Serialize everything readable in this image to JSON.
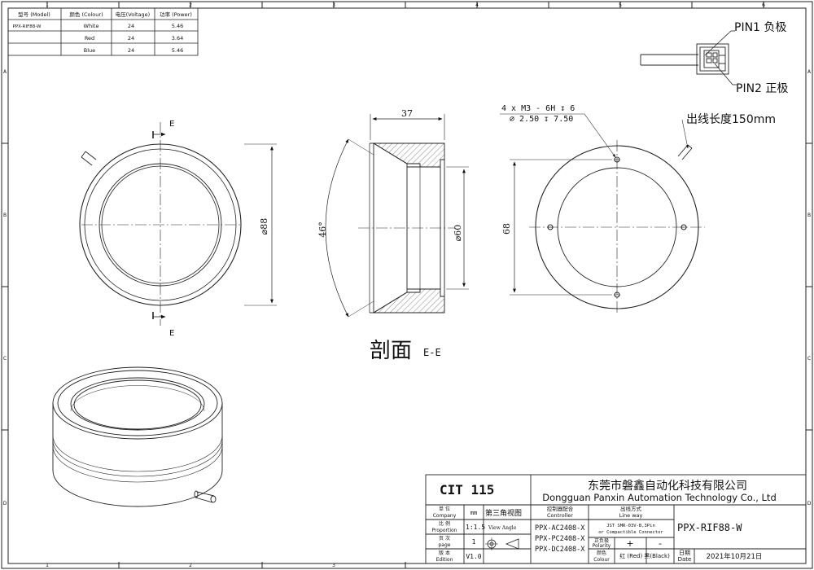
{
  "border": {
    "columns": [
      "1",
      "2",
      "3",
      "4",
      "5",
      "6"
    ],
    "rows": [
      "A",
      "B",
      "C",
      "D"
    ]
  },
  "spec_table": {
    "headers": [
      "型号 (Model)",
      "颜色 (Colour)",
      "电压(Voltage)",
      "功率 (Power)"
    ],
    "model": "PPX-RIF88-W",
    "rows": [
      {
        "colour": "White",
        "voltage": "24",
        "power": "5.46"
      },
      {
        "colour": "Red",
        "voltage": "24",
        "power": "3.64"
      },
      {
        "colour": "Blue",
        "voltage": "24",
        "power": "5.46"
      }
    ]
  },
  "connector": {
    "pin1": "PIN1 负极",
    "pin2": "PIN2 正极"
  },
  "views": {
    "front_diameter": "⌀88",
    "section_marker": "E",
    "section_width": "37",
    "section_angle": "46°",
    "section_bore": "⌀60",
    "section_title": "剖面",
    "section_id": "E-E",
    "holes_spec_1": "4 x  M3 - 6H ↧ 6",
    "holes_spec_2": "⌀ 2.50 ↧ 7.50",
    "hole_spacing": "68",
    "cable_length": "出线长度150mm"
  },
  "title_block": {
    "doc_code": "CIT 115",
    "company_cn": "东莞市磐鑫自动化科技有限公司",
    "company_en": "Dongguan Panxin Automation Technology Co., Ltd",
    "unit_label_cn": "单 位",
    "unit_label_en": "Company",
    "unit_value": "mm",
    "projection": "第三角视图",
    "scale_label_cn": "比 例",
    "scale_label_en": "Proportion",
    "scale_value": "1:1.5",
    "view_angle": "View Angle",
    "page_label_cn": "页 次",
    "page_label_en": "page",
    "page_value": "1",
    "edition_label_cn": "版 本",
    "edition_label_en": "Edition",
    "edition_value": "V1.0",
    "controller_cn": "控制器配合",
    "controller_en": "Controller",
    "controllers": [
      "PPX-AC2408-X",
      "PPX-PC2408-X",
      "PPX-DC2408-X"
    ],
    "lineway_cn": "出线方式",
    "lineway_en": "Line way",
    "lineway_1": "JST SMR-03V-B,3Pin",
    "lineway_2": "or Compactible Connector",
    "polarity_cn": "正负极",
    "polarity_en": "Polarity",
    "plus": "+",
    "minus": "-",
    "colour_cn": "颜色",
    "colour_en": "Colour",
    "colour_value": "红 (Red) 黑(Black)",
    "part_number": "PPX-RIF88-W",
    "date_cn": "日期",
    "date_en": "Date",
    "date_value": "2021年10月21日"
  }
}
